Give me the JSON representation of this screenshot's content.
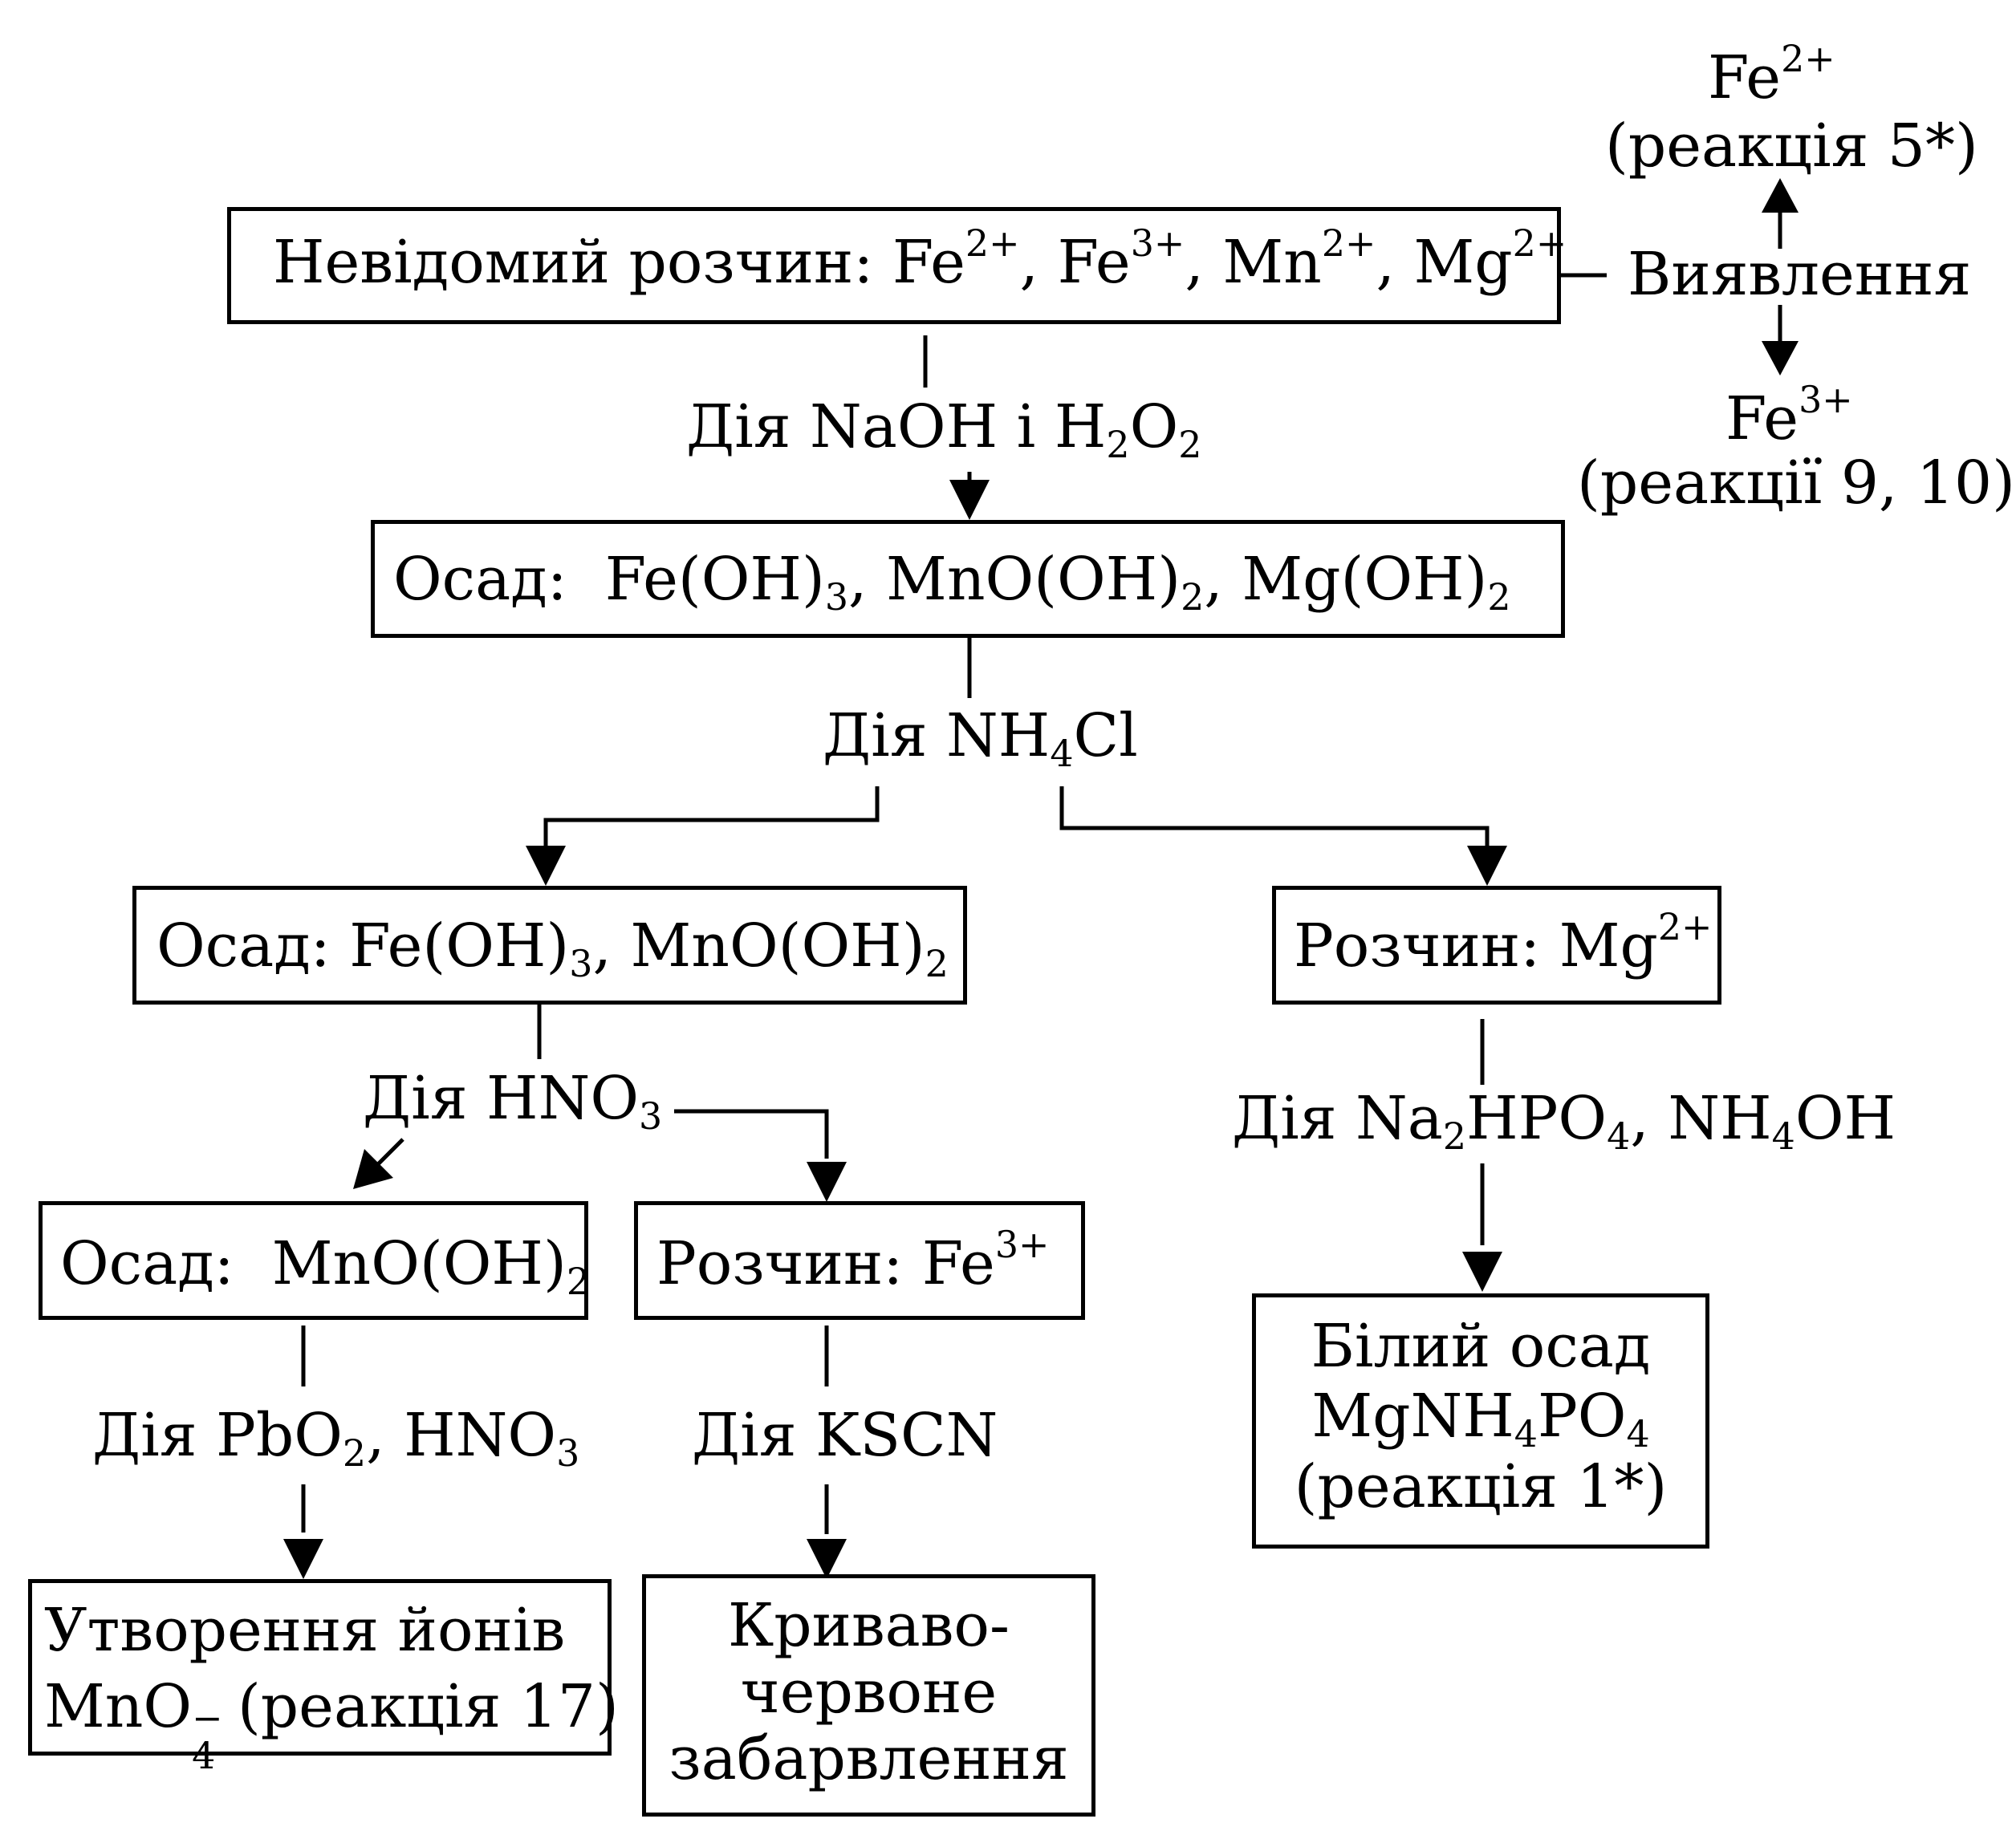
{
  "nodes": {
    "unknown_solution": {
      "label": "Невідомий розчин:",
      "ions": [
        "Fe",
        "Fe",
        "Mn",
        "Mg"
      ],
      "charges": [
        "2+",
        "3+",
        "2+",
        "2+"
      ]
    },
    "detection": {
      "label": "Виявлення"
    },
    "fe2_detect": {
      "ion": "Fe",
      "charge": "2+",
      "note": "(реакція 5*)"
    },
    "fe3_detect": {
      "ion": "Fe",
      "charge": "3+",
      "note": "(реакції 9, 10)"
    },
    "step1": {
      "prefix": "Дія",
      "reagent1": "NaOH",
      "conj": "і",
      "r2a": "H",
      "r2a_sub": "2",
      "r2b": "O",
      "r2b_sub": "2"
    },
    "precip1": {
      "label": "Осад:",
      "f1": "Fe(OH)",
      "f1_sub": "3",
      "f2": "MnO(OH)",
      "f2_sub": "2",
      "f3": "Mg(OH)",
      "f3_sub": "2"
    },
    "step2": {
      "prefix": "Дія",
      "r1": "NH",
      "r1_sub": "4",
      "r1_end": "Cl"
    },
    "precip2": {
      "label": "Осад:",
      "f1": "Fe(OH)",
      "f1_sub": "3",
      "f2": "MnO(OH)",
      "f2_sub": "2"
    },
    "solution_mg": {
      "label": "Розчин:",
      "ion": "Mg",
      "charge": "2+"
    },
    "step3": {
      "prefix": "Дія",
      "r1": "HNO",
      "r1_sub": "3"
    },
    "step_mg": {
      "prefix": "Дія",
      "r1a": "Na",
      "r1a_sub": "2",
      "r1b": "HPO",
      "r1b_sub": "4",
      "r2a": "NH",
      "r2a_sub": "4",
      "r2b": "OH"
    },
    "precip3": {
      "label": "Осад:",
      "f1": "MnO(OH)",
      "f1_sub": "2"
    },
    "solution_fe": {
      "label": "Розчин:",
      "ion": "Fe",
      "charge": "3+"
    },
    "white_precip": {
      "line1": "Білий осад",
      "f_a": "MgNH",
      "f_a_sub": "4",
      "f_b": "PO",
      "f_b_sub": "4",
      "line3": "(реакція 1*)"
    },
    "step4": {
      "prefix": "Дія",
      "r1": "PbO",
      "r1_sub": "2",
      "r2": "HNO",
      "r2_sub": "3"
    },
    "step5": {
      "prefix": "Дія",
      "r1": "KSCN"
    },
    "result_mn": {
      "line1": "Утворення йонів",
      "ion": "MnO",
      "ion_sub": "4",
      "ion_sup": "−",
      "note": "(реакція 17)"
    },
    "result_fe": {
      "line1": "Кривавo-",
      "line2": "червоне",
      "line3": "забарвлення"
    }
  }
}
